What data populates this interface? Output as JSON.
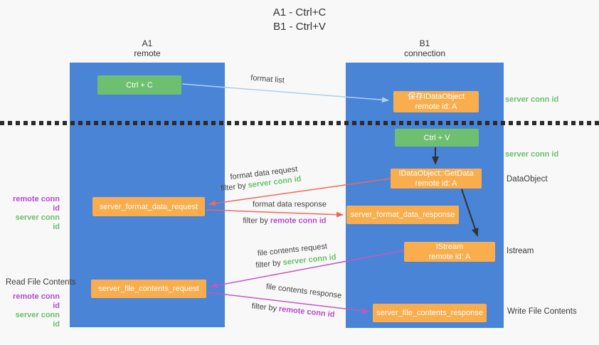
{
  "title": {
    "line1": "A1 - Ctrl+C",
    "line2": "B1 - Ctrl+V"
  },
  "columns": {
    "a": {
      "name": "A1",
      "role": "remote"
    },
    "b": {
      "name": "B1",
      "role": "connection"
    }
  },
  "boxes": {
    "ctrl_c": {
      "label": "Ctrl + C"
    },
    "save_idataobject": {
      "line1": "保存IDataObject",
      "line2": "remote id: A"
    },
    "ctrl_v": {
      "label": "Ctrl + V"
    },
    "getdata": {
      "line1": "IDataObject::GetData",
      "line2": "remote id: A"
    },
    "format_request": {
      "label": "server_format_data_request"
    },
    "format_response": {
      "label": "server_format_data_response"
    },
    "istream": {
      "line1": "IStream",
      "line2": "remote id: A"
    },
    "file_request": {
      "label": "server_file_contents_request"
    },
    "file_response": {
      "label": "server_file_contents_response"
    }
  },
  "flow_labels": {
    "format_list": "format list",
    "format_data_request": "format data request",
    "format_data_response": "format data response",
    "file_contents_request": "file contents request",
    "file_contents_response": "file contents response",
    "filter_by": "filter by",
    "server_conn_id": "server conn id",
    "remote_conn_id": "remote conn id"
  },
  "side_labels": {
    "left": {
      "format_remote": "remote conn id",
      "format_server": "server conn id",
      "read_file_contents": "Read File Contents",
      "file_remote": "remote conn id",
      "file_server": "server conn id"
    },
    "right": {
      "server_conn_top": "server conn id",
      "server_conn_mid": "server conn id",
      "dataobject": "DataObject",
      "istream": "Istream",
      "write_file_contents": "Write File Contents"
    }
  },
  "colors": {
    "column_blue": "#4a84d7",
    "box_orange": "#f9ad4d",
    "box_green": "#6fbf70",
    "arrow_light_blue": "#a9d2ee",
    "arrow_red": "#e96a5e",
    "arrow_magenta": "#c358c3",
    "arrow_black": "#333333",
    "text_green": "#6abf6b",
    "text_purple": "#b14ecb"
  }
}
